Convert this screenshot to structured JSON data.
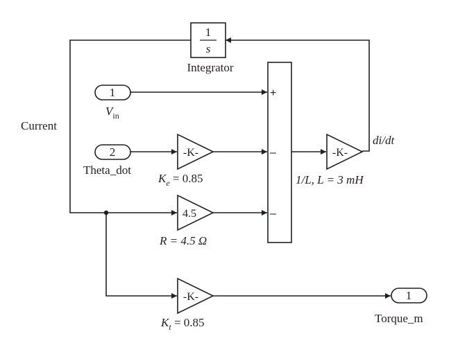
{
  "integrator": {
    "numerator": "1",
    "denominator": "s",
    "label": "Integrator"
  },
  "inport_vin": {
    "number": "1",
    "label_main": "V",
    "label_sub": "in"
  },
  "inport_theta": {
    "number": "2",
    "label": "Theta_dot"
  },
  "gain_ke": {
    "value": "-K-",
    "label_sym": "K",
    "label_sub": "e",
    "label_val": " = 0.85"
  },
  "gain_r": {
    "value": "4.5",
    "label": "R = 4.5 Ω"
  },
  "gain_invl": {
    "value": "-K-",
    "label": "1/L, L = 3 mH"
  },
  "gain_kt": {
    "value": "-K-",
    "label_sym": "K",
    "label_sub": "t",
    "label_val": " = 0.85"
  },
  "outport": {
    "number": "1",
    "label": "Torque_m"
  },
  "sum": {
    "signs": [
      "+",
      "–",
      "–"
    ]
  },
  "signals": {
    "current": "Current",
    "didt": "di/dt"
  },
  "colors": {
    "line": "#231f20",
    "background": "#ffffff"
  },
  "icons": {
    "arrow": "filled-arrowhead",
    "junction": "filled-dot"
  }
}
